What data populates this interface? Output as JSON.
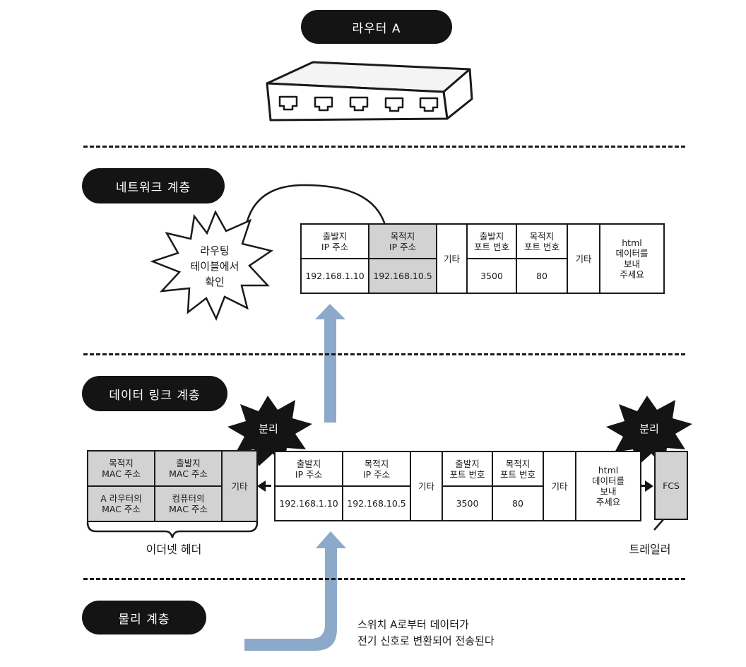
{
  "router_label": "라우터 A",
  "layers": {
    "network": "네트워크 계층",
    "datalink": "데이터 링크 계층",
    "physical": "물리 계층"
  },
  "routing_burst": "라우팅\n테이블에서\n확인",
  "separate_label": "분리",
  "network_packet": {
    "src_ip_header": "출발지\nIP 주소",
    "dst_ip_header": "목적지\nIP 주소",
    "src_ip": "192.168.1.10",
    "dst_ip": "192.168.10.5",
    "etc1": "기타",
    "src_port_header": "출발지\n포트 번호",
    "dst_port_header": "목적지\n포트 번호",
    "src_port": "3500",
    "dst_port": "80",
    "etc2": "기타",
    "payload": "html\n데이터를\n보내\n주세요"
  },
  "ethernet_header": {
    "dst_mac_header": "목적지\nMAC 주소",
    "src_mac_header": "출발지\nMAC 주소",
    "dst_mac": "A 라우터의\nMAC 주소",
    "src_mac": "컴퓨터의\nMAC 주소",
    "etc": "기타",
    "caption": "이더넷 헤더"
  },
  "datalink_packet": {
    "src_ip_header": "출발지\nIP 주소",
    "dst_ip_header": "목적지\nIP 주소",
    "src_ip": "192.168.1.10",
    "dst_ip": "192.168.10.5",
    "etc1": "기타",
    "src_port_header": "출발지\n포트 번호",
    "dst_port_header": "목적지\n포트 번호",
    "src_port": "3500",
    "dst_port": "80",
    "etc2": "기타",
    "payload": "html\n데이터를\n보내\n주세요"
  },
  "fcs": "FCS",
  "trailer_label": "트레일러",
  "physical_note_line1": "스위치 A로부터 데이터가",
  "physical_note_line2": "전기 신호로 변환되어 전송된다",
  "colors": {
    "gray_fill": "#d2d2d2",
    "arrow_blue": "#8da9c9",
    "pill_black": "#141414"
  }
}
